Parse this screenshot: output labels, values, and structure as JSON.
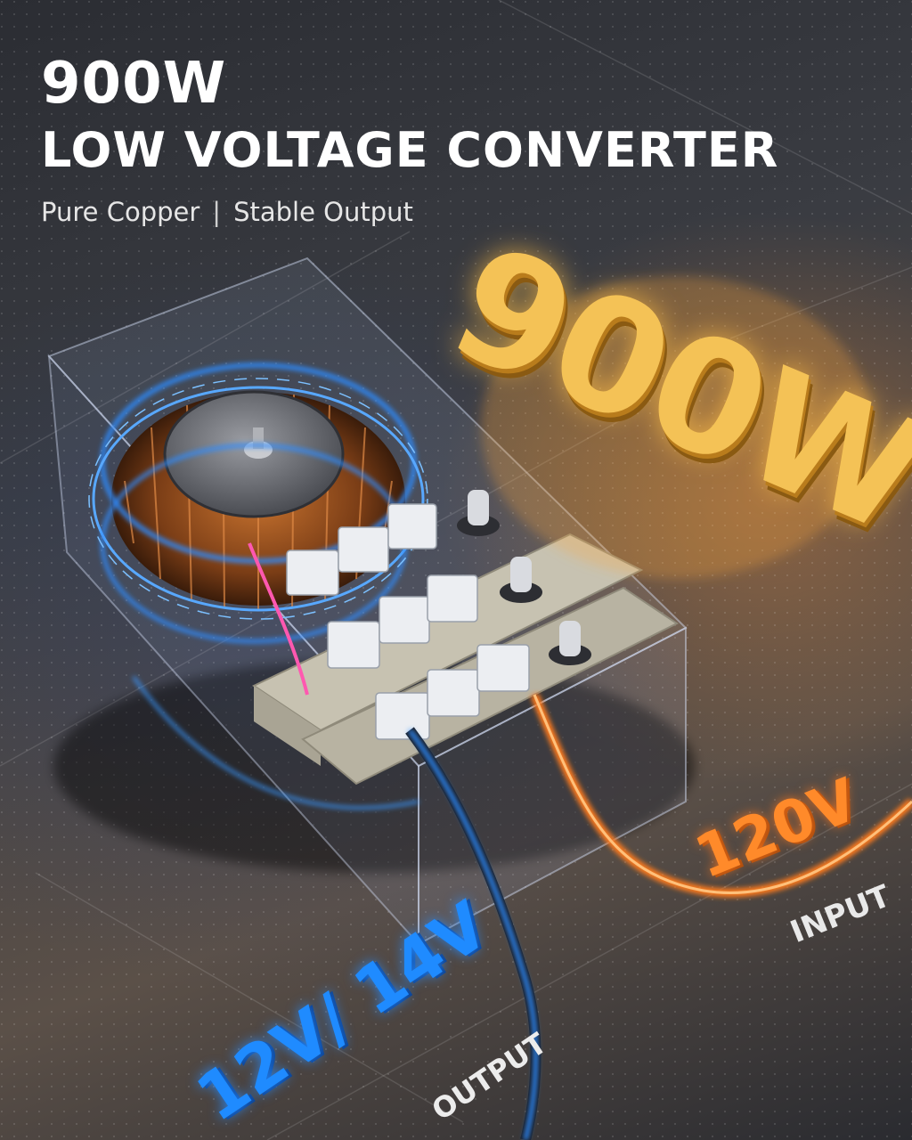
{
  "headline": {
    "line1": "900W",
    "line2": "LOW VOLTAGE CONVERTER"
  },
  "subtitle": {
    "left": "Pure Copper",
    "separator": "|",
    "right": "Stable Output"
  },
  "badge": {
    "wattage": "900W"
  },
  "labels": {
    "input_voltage": "120V",
    "input_caption": "INPUT",
    "output_voltage": "12V/ 14V",
    "output_caption": "OUTPUT"
  },
  "colors": {
    "output_glow": "#1f8bff",
    "input_glow": "#ff8a2a",
    "gold": "#f4c256"
  }
}
